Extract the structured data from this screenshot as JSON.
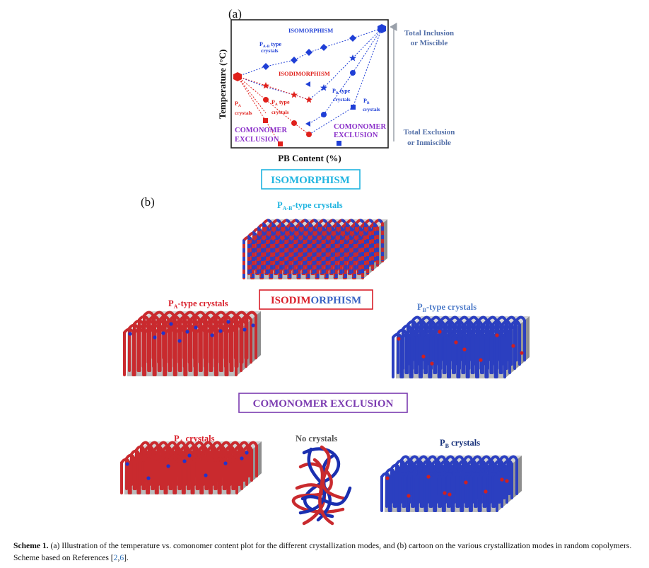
{
  "panel_a": {
    "label": "(a)",
    "y_axis_label": "Temperature (°C)",
    "x_axis_label": "PB Content (%)",
    "labels": {
      "isomorphism": "ISOMORPHISM",
      "pab_type_1": "P",
      "pab_type_sub": "A-B",
      "pab_type_2": " type",
      "pab_type_3": "crystals",
      "isodimorphism": "ISODIMORPHISM",
      "pa_type_1": "P",
      "pa_type_sub": "A",
      "pa_type_2": " type",
      "pa_type_3": "crystals",
      "pb_type_1": "P",
      "pb_type_sub": "B",
      "pb_type_2": " type",
      "pb_type_3": "crystals",
      "pa_crystals_1": "P",
      "pa_crystals_sub": "A",
      "pa_crystals_2": "crystals",
      "pb_crystals_1": "P",
      "pb_crystals_sub": "B",
      "pb_crystals_2": "crystals",
      "comonomer_left_1": "COMONOMER",
      "comonomer_left_2": "EXCLUSION",
      "comonomer_right_1": "COMONOMER",
      "comonomer_right_2": "EXCLUSION"
    },
    "right_labels": {
      "top_1": "Total Inclusion",
      "top_2": "or Miscible",
      "bottom_1": "Total Exclusion",
      "bottom_2": "or Inmiscible"
    },
    "colors": {
      "red": "#e0201b",
      "blue": "#1f3fd6",
      "purple": "#8a2fc9",
      "slate": "#5470a8"
    }
  },
  "panel_b": {
    "label": "(b)",
    "isomorphism_box": "ISOMORPHISM",
    "pab_title_1": "P",
    "pab_title_sub": "A-B",
    "pab_title_2": "-type crystals",
    "isodimorphism_red": "ISODIM",
    "isodimorphism_blue": "ORPHISM",
    "pa_type_title_1": "P",
    "pa_type_title_sub": "A",
    "pa_type_title_2": "-type crystals",
    "pb_type_title_1": "P",
    "pb_type_title_sub": "B",
    "pb_type_title_2": "-type crystals",
    "comonomer_box": "COMONOMER EXCLUSION",
    "pa_crystals_1": "P",
    "pa_crystals_sub": "A",
    "pa_crystals_2": " crystals",
    "no_crystals": "No crystals",
    "pb_crystals_1": "P",
    "pb_crystals_sub": "B",
    "pb_crystals_2": " crystals",
    "colors": {
      "cyan": "#1fb4e0",
      "red": "#d91f2a",
      "blue": "#3a64c4",
      "purple": "#7b3bb0",
      "navy": "#16307a",
      "grey": "#555555"
    }
  },
  "caption": {
    "label": "Scheme 1.",
    "text": " (a) Illustration of the temperature vs. comonomer content plot for the different crystallization modes, and (b) cartoon on the various crystallization modes in random copolymers. Scheme based on References [",
    "ref1": "2",
    "sep": ",",
    "ref2": "6",
    "end": "]."
  }
}
